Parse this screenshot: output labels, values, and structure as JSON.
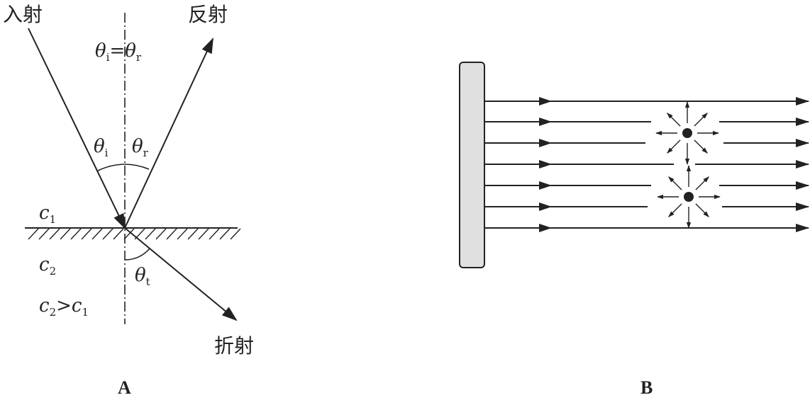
{
  "panel_a": {
    "caption": "A",
    "incident_label": "入射",
    "reflected_label": "反射",
    "refracted_label": "折射",
    "equal_angle": {
      "theta": "θ",
      "sub_i": "i",
      "eq": "=",
      "sub_r": "r"
    },
    "theta_i": {
      "theta": "θ",
      "sub": "i"
    },
    "theta_r": {
      "theta": "θ",
      "sub": "r"
    },
    "theta_t": {
      "theta": "θ",
      "sub": "t"
    },
    "medium1": {
      "c": "c",
      "sub": "1"
    },
    "medium2": {
      "c": "c",
      "sub": "2"
    },
    "relation": {
      "c2": "c",
      "sub2": "2",
      "gt": ">",
      "c1": "c",
      "sub1": "1"
    }
  },
  "panel_b": {
    "caption": "B"
  },
  "colors": {
    "ink": "#222222",
    "plate_fill": "#e0e0e0"
  }
}
